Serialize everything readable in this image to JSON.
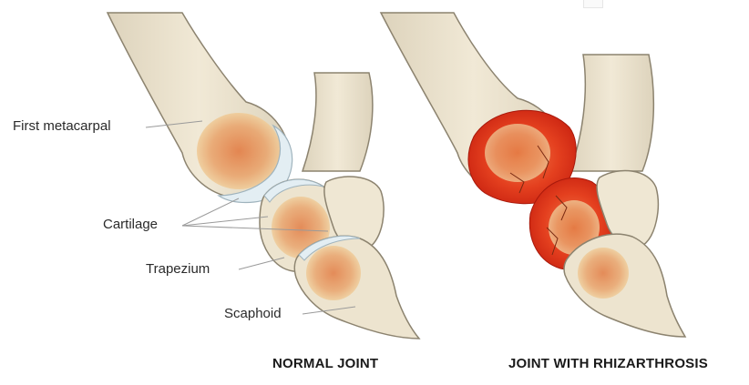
{
  "labels": {
    "first_metacarpal": "First metacarpal",
    "cartilage": "Cartilage",
    "trapezium": "Trapezium",
    "scaphoid": "Scaphoid"
  },
  "captions": {
    "normal": "NORMAL JOINT",
    "rhizarthrosis": "JOINT WITH RHIZARTHROSIS"
  },
  "colors": {
    "bone": "#ece3cf",
    "bone_outline": "#8c836f",
    "marrow": "#e39a64",
    "cartilage": "#e3eef3",
    "inflammation": "#e23a21"
  }
}
